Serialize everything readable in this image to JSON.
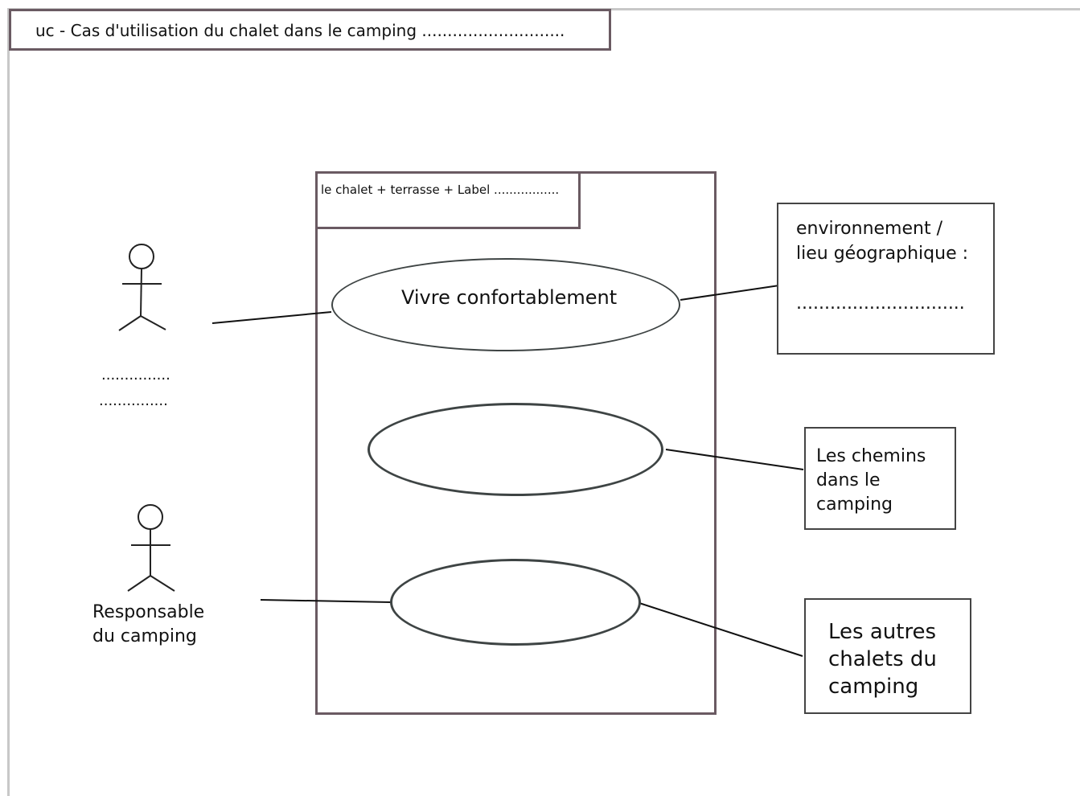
{
  "diagram": {
    "title": "uc - Cas d'utilisation du chalet dans le camping ............................",
    "system": {
      "label": "le chalet + terrasse + Label ................."
    },
    "use_cases": [
      {
        "label": "Vivre confortablement"
      },
      {
        "label": ""
      },
      {
        "label": ""
      }
    ],
    "actors": [
      {
        "name_line1": "...............",
        "name_line2": "..............."
      },
      {
        "name_line1": "Responsable",
        "name_line2": "du camping"
      }
    ],
    "boxes": [
      {
        "text": "environnement /\nlieu géographique :\n\n.............................."
      },
      {
        "text": "Les chemins\ndans le\ncamping"
      },
      {
        "text": "Les autres\nchalets du\ncamping"
      }
    ]
  }
}
